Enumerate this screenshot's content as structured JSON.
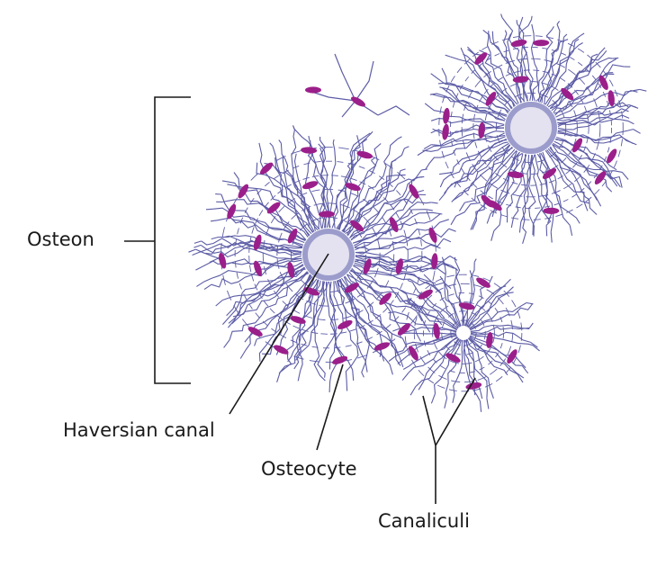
{
  "labels": {
    "osteon": "Osteon",
    "haversian_canal": "Haversian canal",
    "osteocyte": "Osteocyte",
    "canaliculi": "Canaliculi"
  },
  "colors": {
    "canaliculi": "#5c5ca6",
    "osteocyte": "#9b1f8a",
    "canal_fill": "#e4e2f0",
    "canal_ring": "#9c9ccc",
    "leader": "#1a1a1a"
  }
}
